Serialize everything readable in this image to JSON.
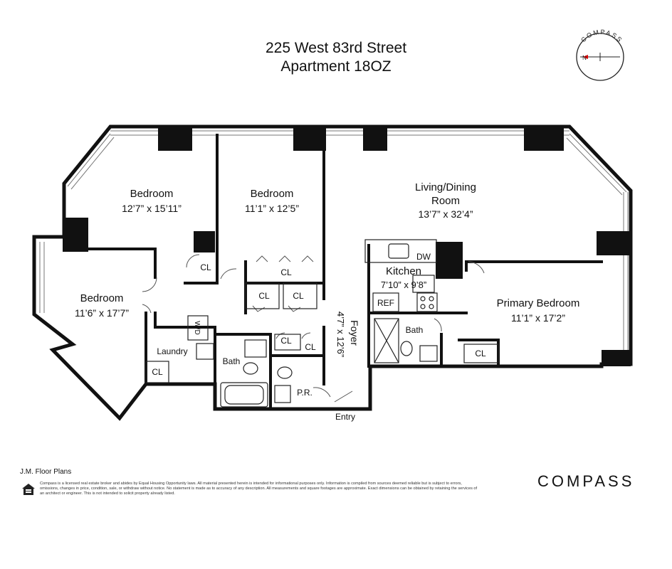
{
  "header": {
    "address": "225 West 83rd Street",
    "unit": "Apartment 18OZ"
  },
  "compass": {
    "label": "COMPASS",
    "north": "N"
  },
  "rooms": {
    "bedroom_a": {
      "name": "Bedroom",
      "dims": "12’7” x 15’11”"
    },
    "bedroom_b": {
      "name": "Bedroom",
      "dims": "11’1” x 12’5”"
    },
    "bedroom_c": {
      "name": "Bedroom",
      "dims": "11’6” x 17’7”"
    },
    "living": {
      "name_line1": "Living/Dining",
      "name_line2": "Room",
      "dims": "13’7” x 32’4”"
    },
    "kitchen": {
      "name": "Kitchen",
      "dims": "7’10” x 9’8”"
    },
    "primary": {
      "name": "Primary Bedroom",
      "dims": "11’1” x 17’2”"
    },
    "foyer": {
      "name": "Foyer",
      "dims": "4’7” x 12’6”"
    }
  },
  "labels": {
    "cl": "CL",
    "dw": "DW",
    "ref": "REF",
    "bath": "Bath",
    "laundry": "Laundry",
    "wd": "W/D",
    "pr": "P.R.",
    "entry": "Entry"
  },
  "footer": {
    "credit": "J.M. Floor Plans",
    "disclaimer": "Compass is a licensed real estate broker and abides by Equal Housing Opportunity laws. All material presented herein is intended for informational purposes only. Information is compiled from sources deemed reliable but is subject to errors, omissions, changes in price, condition, sale, or withdraw without notice. No statement is made as to accuracy of any description. All measurements and square footages are approximate. Exact dimensions can be obtained by retaining the services of an architect or engineer. This is not intended to solicit property already listed.",
    "brand": "COMPASS"
  }
}
